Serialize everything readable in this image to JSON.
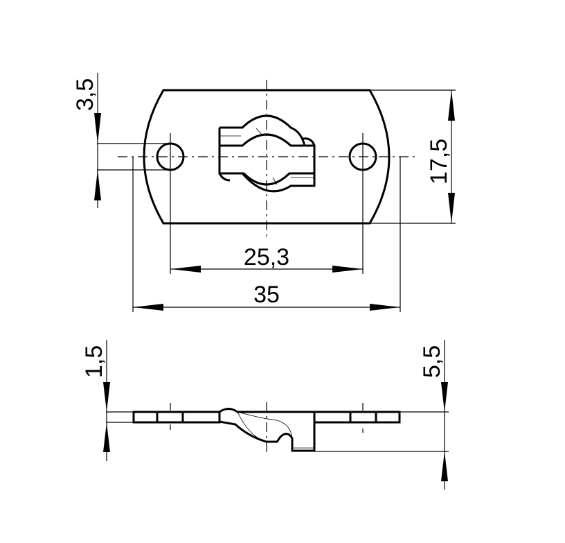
{
  "drawing": {
    "type": "technical drawing",
    "views": [
      {
        "name": "top-view",
        "description": "oval mounting plate with two holes and central keyhole bayonet"
      },
      {
        "name": "side-section-view",
        "description": "section through plate showing hook profile"
      }
    ]
  },
  "dimensions": {
    "hole_diameter": "3,5",
    "hole_spacing": "25,3",
    "overall_length": "35",
    "overall_width": "17,5",
    "plate_thickness": "1,5",
    "overall_height": "5,5"
  }
}
